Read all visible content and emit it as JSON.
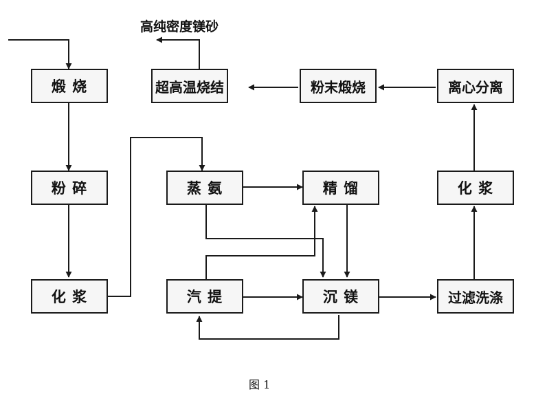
{
  "boxes": {
    "calcination": "煅 烧",
    "crushing": "粉 碎",
    "slurry_left": "化 浆",
    "ammonia_distill": "蒸 氨",
    "steam_strip": "汽 提",
    "refine": "精 馏",
    "mg_precipitation": "沉 镁",
    "filter_wash": "过滤洗涤",
    "slurry_right": "化 浆",
    "centrifuge": "离心分离",
    "powder_calcination": "粉末煅烧",
    "ultra_high_temp_sintering": "超高温烧结"
  },
  "product_label": "高纯密度镁砂",
  "figure_caption": "图 1"
}
